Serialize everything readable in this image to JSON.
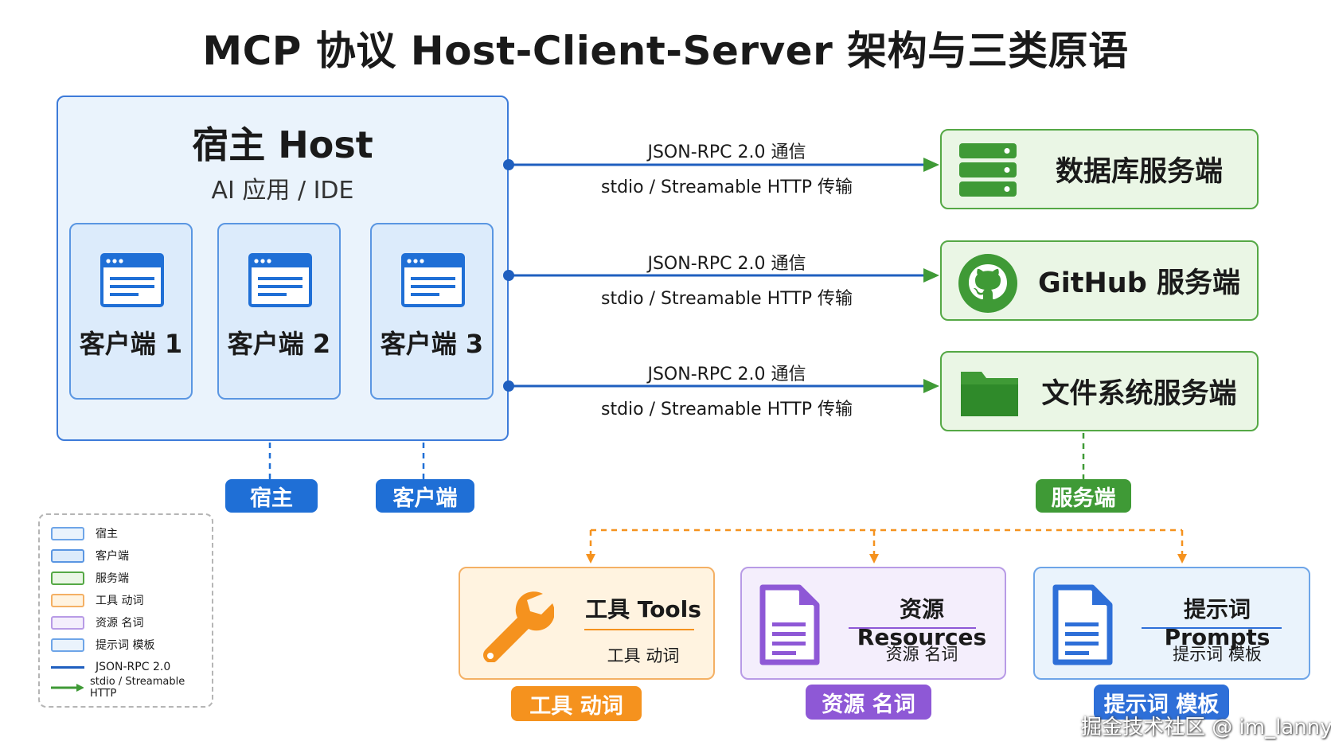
{
  "title": "MCP 协议 Host-Client-Server 架构与三类原语",
  "host": {
    "title": "宿主 Host",
    "subtitle": "AI 应用 / IDE",
    "clients": [
      "客户端 1",
      "客户端 2",
      "客户端 3"
    ]
  },
  "connections": [
    {
      "top": "JSON-RPC 2.0 通信",
      "bottom": "stdio / Streamable HTTP 传输"
    },
    {
      "top": "JSON-RPC 2.0 通信",
      "bottom": "stdio / Streamable HTTP 传输"
    },
    {
      "top": "JSON-RPC 2.0 通信",
      "bottom": "stdio / Streamable HTTP 传输"
    }
  ],
  "servers": [
    {
      "label": "数据库服务端",
      "icon": "database-server-icon"
    },
    {
      "label": "GitHub 服务端",
      "icon": "github-icon"
    },
    {
      "label": "文件系统服务端",
      "icon": "folder-icon"
    }
  ],
  "pills": {
    "host": "宿主",
    "client": "客户端",
    "server": "服务端",
    "tools": "工具 动词",
    "resources": "资源 名词",
    "prompts": "提示词 模板"
  },
  "primitives": [
    {
      "title": "工具 Tools",
      "subtitle": "工具 动词",
      "icon": "wrench-icon"
    },
    {
      "title": "资源 Resources",
      "subtitle": "资源 名词",
      "icon": "document-icon"
    },
    {
      "title": "提示词 Prompts",
      "subtitle": "提示词 模板",
      "icon": "document-icon"
    }
  ],
  "legend": [
    {
      "label": "宿主"
    },
    {
      "label": "客户端"
    },
    {
      "label": "服务端"
    },
    {
      "label": "工具 动词"
    },
    {
      "label": "资源 名词"
    },
    {
      "label": "提示词 模板"
    },
    {
      "label": "JSON-RPC 2.0"
    },
    {
      "label": "stdio / Streamable HTTP"
    }
  ],
  "colors": {
    "host_blue": "#3d7bd9",
    "client_blue": "#5a96e2",
    "pill_blue": "#1f6fd6",
    "server_green": "#55a845",
    "pill_green": "#3f9a36",
    "tools_orange": "#f5921e",
    "resources_purple": "#8e58d6",
    "prompts_blue": "#2e6fd8"
  },
  "watermark": "掘金技术社区 @ im_lanny"
}
